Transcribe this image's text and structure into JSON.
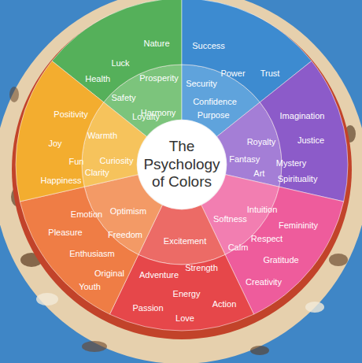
{
  "diagram": {
    "nodes": [
      {
        "text": [
          "The Psychology of Colors"
        ]
      },
      {
        "text": [
          "Nature",
          "Luck",
          "Prosperity",
          "Health",
          "Safety",
          "Harmony",
          "Loyalty"
        ]
      },
      {
        "text": [
          "Success",
          "Power",
          "Trust",
          "Security",
          "Confidence",
          "Purpose"
        ]
      },
      {
        "text": [
          "Imagination",
          "Justice",
          "Royalty",
          "Mystery",
          "Fantasy",
          "Art",
          "Spirituality"
        ]
      },
      {
        "text": [
          "Intuition",
          "Femininity",
          "Softness",
          "Respect",
          "Calm",
          "Gratitude",
          "Creativity"
        ]
      },
      {
        "text": [
          "Excitement",
          "Strength",
          "Adventure",
          "Energy",
          "Action",
          "Passion",
          "Love"
        ]
      },
      {
        "text": [
          "Optimism",
          "Freedom",
          "Emotion",
          "Pleasure",
          "Enthusiasm",
          "Original",
          "Youth"
        ]
      },
      {
        "text": [
          "Positivity",
          "Warmth",
          "Joy",
          "Fun",
          "Curiosity",
          "Clarity",
          "Happiness"
        ]
      }
    ]
  }
}
